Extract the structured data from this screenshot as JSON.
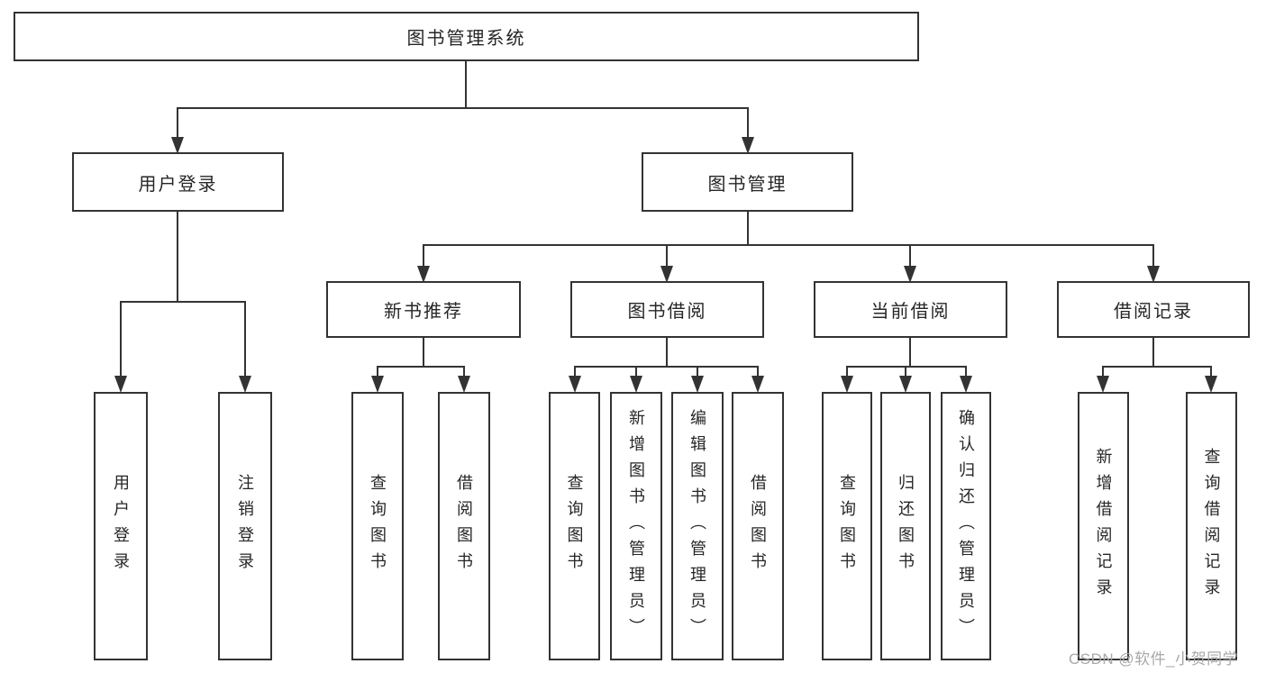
{
  "diagram": {
    "root": {
      "label": "图书管理系统"
    },
    "level2": {
      "user_login": {
        "label": "用户登录"
      },
      "book_mgmt": {
        "label": "图书管理"
      }
    },
    "level3": {
      "new_book": {
        "label": "新书推荐"
      },
      "book_borrow": {
        "label": "图书借阅"
      },
      "current_borrow": {
        "label": "当前借阅"
      },
      "borrow_record": {
        "label": "借阅记录"
      }
    },
    "leaves": {
      "user_login_login": {
        "label": "用户登录"
      },
      "user_login_logout": {
        "label": "注销登录"
      },
      "new_book_query": {
        "label": "查询图书"
      },
      "new_book_borrow": {
        "label": "借阅图书"
      },
      "book_borrow_query": {
        "label": "查询图书"
      },
      "book_borrow_add": {
        "label": "新增图书（管理员）"
      },
      "book_borrow_edit": {
        "label": "编辑图书（管理员）"
      },
      "book_borrow_borrow": {
        "label": "借阅图书"
      },
      "current_borrow_query": {
        "label": "查询图书"
      },
      "current_borrow_return": {
        "label": "归还图书"
      },
      "current_borrow_confirm": {
        "label": "确认归还（管理员）"
      },
      "borrow_record_add": {
        "label": "新增借阅记录"
      },
      "borrow_record_query": {
        "label": "查询借阅记录"
      }
    }
  },
  "watermark": {
    "text": "CSDN @软件_小贺同学"
  },
  "colors": {
    "line": "#333333",
    "box_border": "#333333",
    "text": "#262626",
    "watermark": "#a8a8a8",
    "background": "#ffffff"
  }
}
